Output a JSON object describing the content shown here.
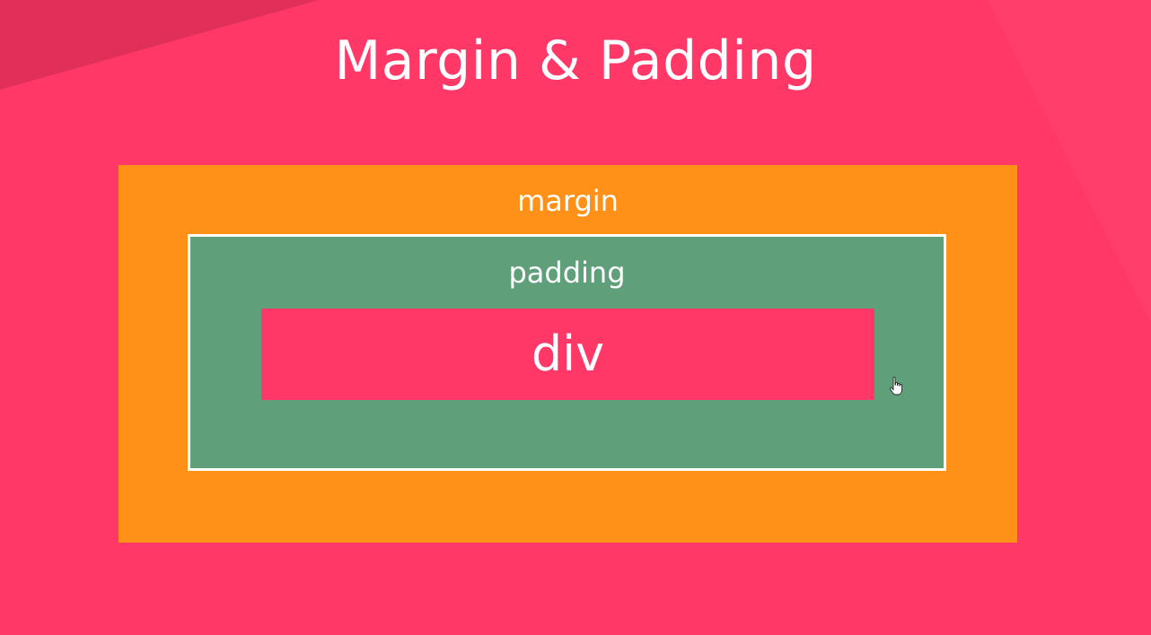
{
  "slide": {
    "title": "Margin & Padding"
  },
  "diagram": {
    "margin_label": "margin",
    "padding_label": "padding",
    "div_label": "div"
  },
  "colors": {
    "background": "#ff3868",
    "margin": "#ff9119",
    "padding": "#5fa07a",
    "div": "#ff3868",
    "border": "#ffffff",
    "text": "#ffffff"
  },
  "icons": {
    "cursor": "hand-pointer-icon"
  }
}
